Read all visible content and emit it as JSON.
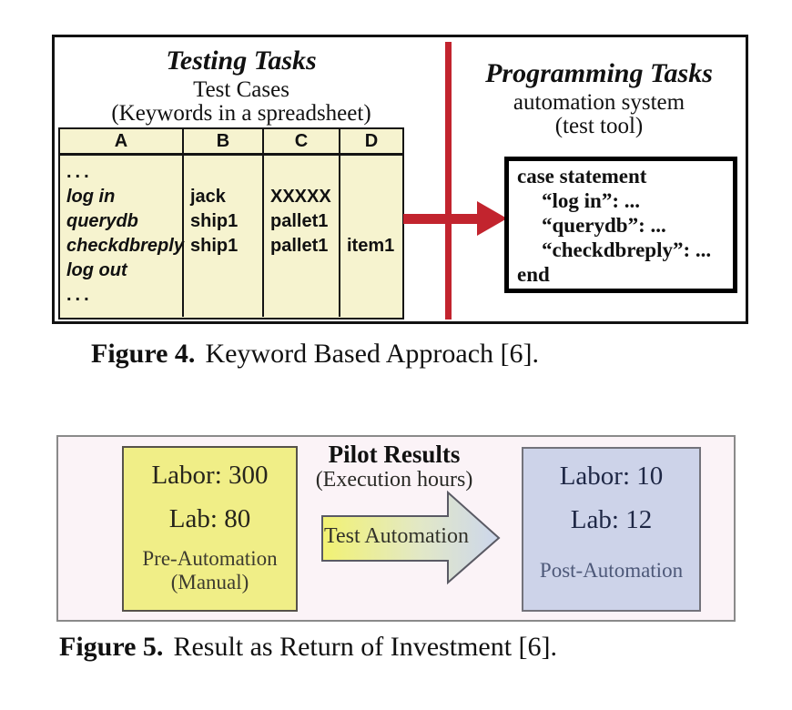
{
  "colors": {
    "red_accent": "#c2242e",
    "table_fill": "#f6f3cf",
    "pre_box_fill": "#f0ee87",
    "post_box_fill": "#cdd3e9",
    "fig5_background": "#fbf3f7"
  },
  "figure4": {
    "left": {
      "title": "Testing Tasks",
      "subtitle1": "Test Cases",
      "subtitle2": "(Keywords in a spreadsheet)",
      "table": {
        "headers": [
          "A",
          "B",
          "C",
          "D"
        ],
        "rows": [
          [
            "...",
            "",
            "",
            ""
          ],
          [
            "log in",
            "jack",
            "XXXXX",
            ""
          ],
          [
            "querydb",
            "ship1",
            "pallet1",
            ""
          ],
          [
            "checkdbreply",
            "ship1",
            "pallet1",
            "item1"
          ],
          [
            "log out",
            "",
            "",
            ""
          ],
          [
            "...",
            "",
            "",
            ""
          ]
        ]
      }
    },
    "right": {
      "title": "Programming Tasks",
      "subtitle1": "automation system",
      "subtitle2": "(test tool)",
      "code": {
        "line1": "case statement",
        "line2": "“log in”: ...",
        "line3": "“querydb”: ...",
        "line4": "“checkdbreply”: ...",
        "line5": "end"
      }
    },
    "caption_label": "Figure 4.",
    "caption_text": "Keyword Based Approach [6]."
  },
  "figure5": {
    "title": "Pilot Results",
    "subtitle": "(Execution hours)",
    "arrow_label": "Test Automation",
    "pre_box": {
      "metric1": "Labor: 300",
      "metric2": "Lab: 80",
      "label_line1": "Pre-Automation",
      "label_line2": "(Manual)"
    },
    "post_box": {
      "metric1": "Labor: 10",
      "metric2": "Lab: 12",
      "label": "Post-Automation"
    },
    "caption_label": "Figure 5.",
    "caption_text": "Result as Return of Investment [6]."
  }
}
